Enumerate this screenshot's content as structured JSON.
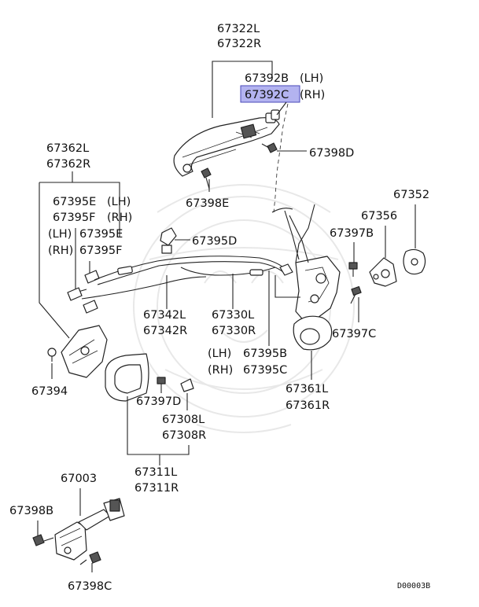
{
  "diagram_id": "D00003B",
  "highlight_color": "#b3b3f0",
  "labels": {
    "p67322": [
      "67322L",
      "67322R"
    ],
    "p67392b": "67392B",
    "p67392b_side": "(LH)",
    "p67392c": "67392C",
    "p67392c_side": "(RH)",
    "p67398d": "67398D",
    "p67362": [
      "67362L",
      "67362R"
    ],
    "p67395e_lh": "67395E",
    "side_lh": "(LH)",
    "p67395f_rh": "67395F",
    "side_rh": "(RH)",
    "p67395e_2": "67395E",
    "p67395f_2": "67395F",
    "p67398e": "67398E",
    "p67352": "67352",
    "p67356": "67356",
    "p67397b": "67397B",
    "p67395d": "67395D",
    "p67342": [
      "67342L",
      "67342R"
    ],
    "p67330": [
      "67330L",
      "67330R"
    ],
    "p67397c": "67397C",
    "p67395b": "67395B",
    "p67395c": "67395C",
    "p67394": "67394",
    "p67397d": "67397D",
    "p67308": [
      "67308L",
      "67308R"
    ],
    "p67361": [
      "67361L",
      "67361R"
    ],
    "p67311": [
      "67311L",
      "67311R"
    ],
    "p67003": "67003",
    "p67398b": "67398B",
    "p67398c": "67398C"
  }
}
